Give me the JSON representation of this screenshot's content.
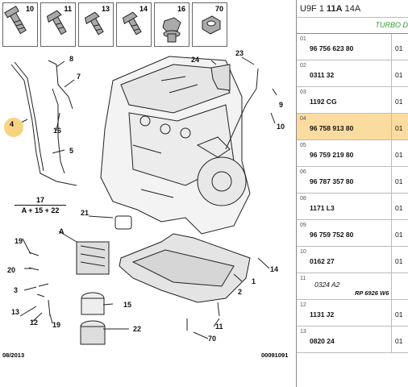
{
  "thumbnails": [
    {
      "num": "10",
      "icon": "flange-bolt-icon"
    },
    {
      "num": "11",
      "icon": "hex-bolt-icon"
    },
    {
      "num": "13",
      "icon": "hex-bolt-icon"
    },
    {
      "num": "14",
      "icon": "hex-bolt-icon"
    },
    {
      "num": "16",
      "icon": "drain-plug-icon"
    },
    {
      "num": "70",
      "icon": "hex-nut-icon"
    }
  ],
  "callouts": {
    "c1": "1",
    "c2": "2",
    "c3": "3",
    "c4": "4",
    "c5": "5",
    "c7": "7",
    "c8": "8",
    "c9": "9",
    "c10": "10",
    "c11": "11",
    "c12": "12",
    "c13": "13",
    "c14": "14",
    "c15": "15",
    "c16": "16",
    "c19a": "19",
    "c19b": "19",
    "c20": "20",
    "c21": "21",
    "c22": "22",
    "c23": "23",
    "c24": "24",
    "cA": "A",
    "c70": "70"
  },
  "formula": {
    "top": "17",
    "bottom": "A + 15 + 22"
  },
  "footer": {
    "date": "08/2013",
    "code": "00091091"
  },
  "panel": {
    "header_prefix": "U9F  1  ",
    "header_bold": "11A",
    "header_suffix": " 14A",
    "subtitle": "TURBO D",
    "rows": [
      {
        "idx": "01",
        "ref": "96 756 623 80",
        "qty": "01",
        "highlight": false
      },
      {
        "idx": "02",
        "ref": "0311 32",
        "qty": "01",
        "highlight": false
      },
      {
        "idx": "03",
        "ref": "1192 CG",
        "qty": "01",
        "highlight": false
      },
      {
        "idx": "04",
        "ref": "96 758 913 80",
        "qty": "01",
        "highlight": true
      },
      {
        "idx": "05",
        "ref": "96 759 219 80",
        "qty": "01",
        "highlight": false
      },
      {
        "idx": "06",
        "ref": "96 787 357 80",
        "qty": "01",
        "highlight": false
      },
      {
        "idx": "08",
        "ref": "1171 L3",
        "qty": "01",
        "highlight": false
      },
      {
        "idx": "09",
        "ref": "96 759 752 80",
        "qty": "01",
        "highlight": false
      },
      {
        "idx": "10",
        "ref": "0162 27",
        "qty": "01",
        "highlight": false
      },
      {
        "idx": "11",
        "ref": "0324 A2",
        "note": "RP 6926 W6",
        "qty": "",
        "highlight": false
      },
      {
        "idx": "12",
        "ref": "1131 J2",
        "qty": "01",
        "highlight": false
      },
      {
        "idx": "13",
        "ref": "0820 24",
        "qty": "01",
        "highlight": false
      }
    ]
  },
  "colors": {
    "highlight": "#fbdca0",
    "marker": "#f6d482",
    "subtitle": "#2e9e2e"
  }
}
